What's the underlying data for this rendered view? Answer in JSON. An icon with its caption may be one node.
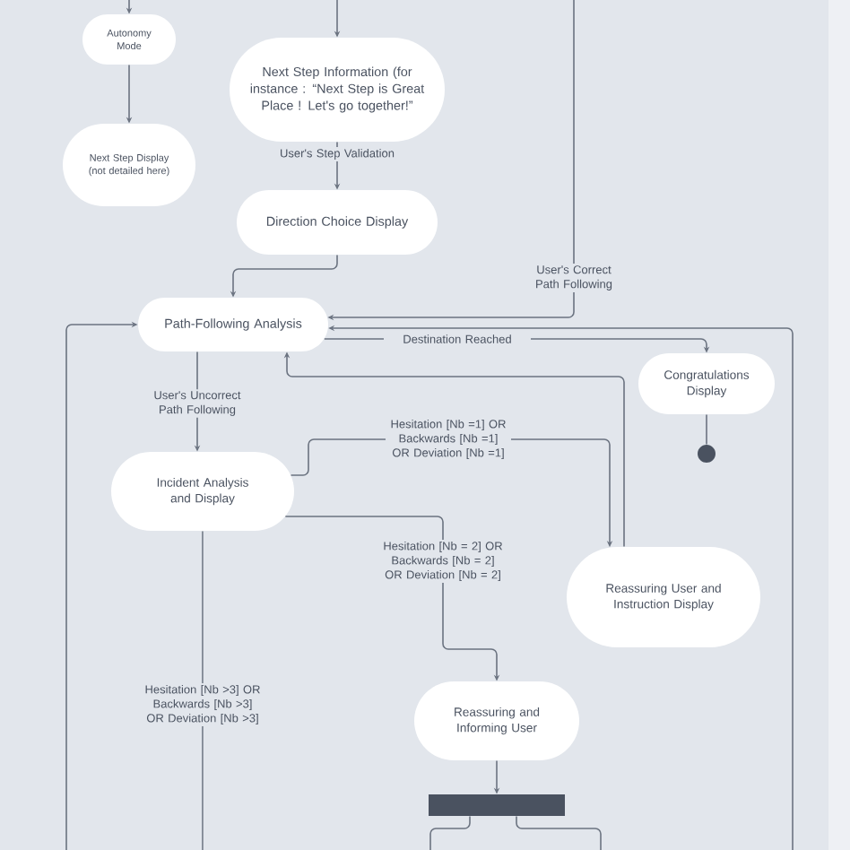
{
  "diagram": {
    "nodes": [
      {
        "text": [
          "Autonomy Mode"
        ]
      },
      {
        "text": [
          "Next Step Display (not detailed here)"
        ]
      },
      {
        "text": [
          "Next Step Information (for instance : “Next Step is Great Place ! Let's go together!”"
        ]
      },
      {
        "text": [
          "Direction Choice Display"
        ]
      },
      {
        "text": [
          "Path-Following Analysis"
        ]
      },
      {
        "text": [
          "Congratulations Display"
        ]
      },
      {
        "text": [],
        "shape": "circle"
      },
      {
        "text": [
          "Incident Analysis and Display"
        ]
      },
      {
        "text": [
          "Reassuring User and Instruction Display"
        ]
      },
      {
        "text": [
          "Reassuring and Informing User"
        ]
      },
      {
        "text": [],
        "shape": "bar"
      }
    ],
    "edges": [
      {
        "from": null,
        "to": 0,
        "arrow": "to"
      },
      {
        "from": 0,
        "to": 1,
        "arrow": "to"
      },
      {
        "from": null,
        "to": 2,
        "arrow": "to"
      },
      {
        "from": 2,
        "to": 3,
        "arrow": "to",
        "label": "User's Step Validation"
      },
      {
        "from": 3,
        "to": 4,
        "arrow": "to"
      },
      {
        "from": null,
        "to": 4,
        "arrow": "to",
        "label": "User's Correct Path Following"
      },
      {
        "from": null,
        "to": 4,
        "arrow": "to"
      },
      {
        "from": 4,
        "to": 5,
        "arrow": "to",
        "label": "Destination Reached"
      },
      {
        "from": 5,
        "to": 6,
        "arrow": "none"
      },
      {
        "from": 4,
        "to": 7,
        "arrow": "to",
        "label": "User's Uncorrect Path Following"
      },
      {
        "from": 7,
        "to": 8,
        "arrow": "to",
        "label": "Hesitation [Nb =1] OR Backwards [Nb =1] OR Deviation [Nb =1]"
      },
      {
        "from": 8,
        "to": 4,
        "arrow": "to"
      },
      {
        "from": 7,
        "to": 9,
        "arrow": "to",
        "label": "Hesitation [Nb = 2] OR Backwards [Nb = 2] OR Deviation [Nb = 2]"
      },
      {
        "from": null,
        "to": 4,
        "arrow": "to"
      },
      {
        "from": 7,
        "to": null,
        "arrow": "none",
        "label": "Hesitation [Nb >3] OR Backwards [Nb >3] OR Deviation [Nb >3]"
      },
      {
        "from": 9,
        "to": 10,
        "arrow": "to"
      },
      {
        "from": 10,
        "to": null,
        "arrow": "none"
      },
      {
        "from": 10,
        "to": null,
        "arrow": "none"
      }
    ]
  }
}
